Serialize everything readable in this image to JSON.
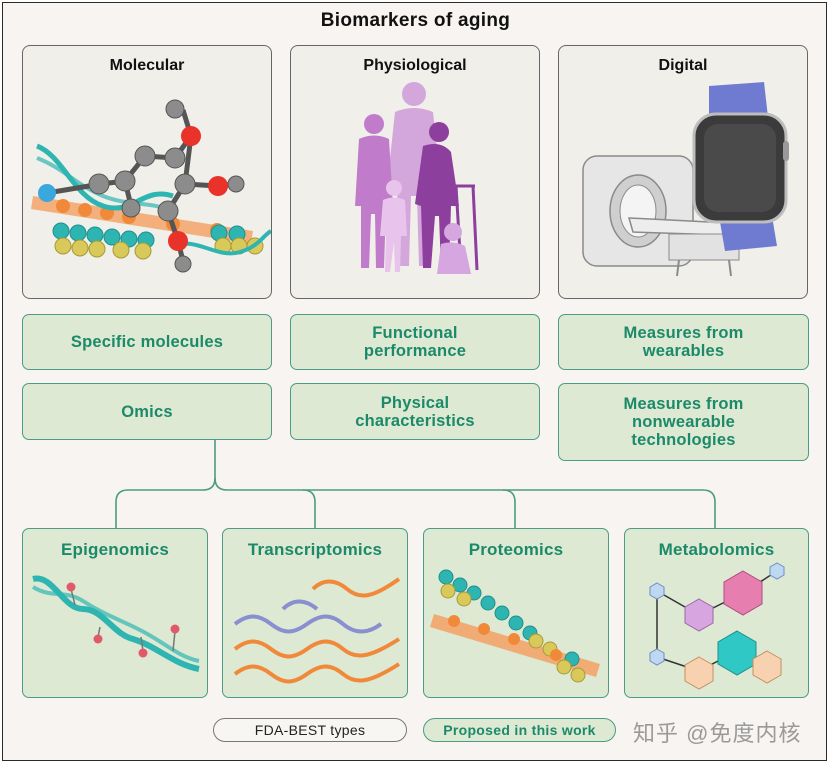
{
  "title": "Biomarkers of aging",
  "panels": {
    "molecular": "Molecular",
    "physiological": "Physiological",
    "digital": "Digital"
  },
  "molecular_boxes": [
    "Specific molecules",
    "Omics"
  ],
  "physiological_boxes": [
    {
      "line1": "Functional",
      "line2": "performance"
    },
    {
      "line1": "Physical",
      "line2": "characteristics"
    }
  ],
  "digital_boxes": [
    {
      "line1": "Measures from",
      "line2": "wearables"
    },
    {
      "line1": "Measures from",
      "line2": "nonwearable",
      "line3": "technologies"
    }
  ],
  "omics": [
    "Epigenomics",
    "Transcriptomics",
    "Proteomics",
    "Metabolomics"
  ],
  "legend": {
    "fda": "FDA-BEST types",
    "proposed": "Proposed in this work"
  },
  "watermark": "知乎 @免度内核",
  "colors": {
    "green_fill": "#dde9d2",
    "green_text": "#1c8a6a",
    "green_border": "#4a9c82",
    "purple": "#a25fb6",
    "teal": "#2fb5b1",
    "orange": "#f08a3a"
  }
}
